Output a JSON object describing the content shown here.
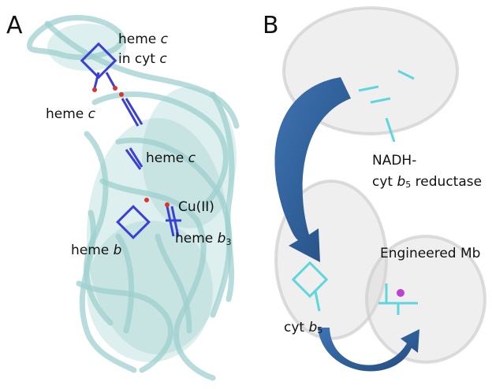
{
  "panels": {
    "a": {
      "letter": "A",
      "labels": {
        "heme_c_cyt_line1": {
          "text": "heme ",
          "italic": "c"
        },
        "heme_c_cyt_line2": {
          "text": "in cyt ",
          "italic": "c"
        },
        "heme_c_2": {
          "text": "heme ",
          "italic": "c"
        },
        "heme_c_3": {
          "text": "heme ",
          "italic": "c"
        },
        "cu": {
          "text": "Cu(II)"
        },
        "heme_b3": {
          "text": "heme ",
          "italic": "b",
          "sub": "3"
        },
        "heme_b": {
          "text": "heme ",
          "italic": "b"
        }
      }
    },
    "b": {
      "letter": "B",
      "labels": {
        "nadh_line1": {
          "text": "NADH-"
        },
        "nadh_line2": {
          "text": "cyt ",
          "italic": "b",
          "sub": "5",
          "rest": " reductase"
        },
        "engineered_mb": {
          "text": "Engineered Mb"
        },
        "cyt_b5": {
          "text": "cyt ",
          "italic": "b",
          "sub": "5"
        }
      }
    }
  },
  "colors": {
    "protein_a": "#9fd0cf",
    "protein_b": "#d6d6d6",
    "heme_a": "#3a3fd6",
    "heme_b": "#5fd6dc",
    "arrow": "#2f5f98",
    "oxygen": "#e03030",
    "metal": "#c040d0"
  }
}
